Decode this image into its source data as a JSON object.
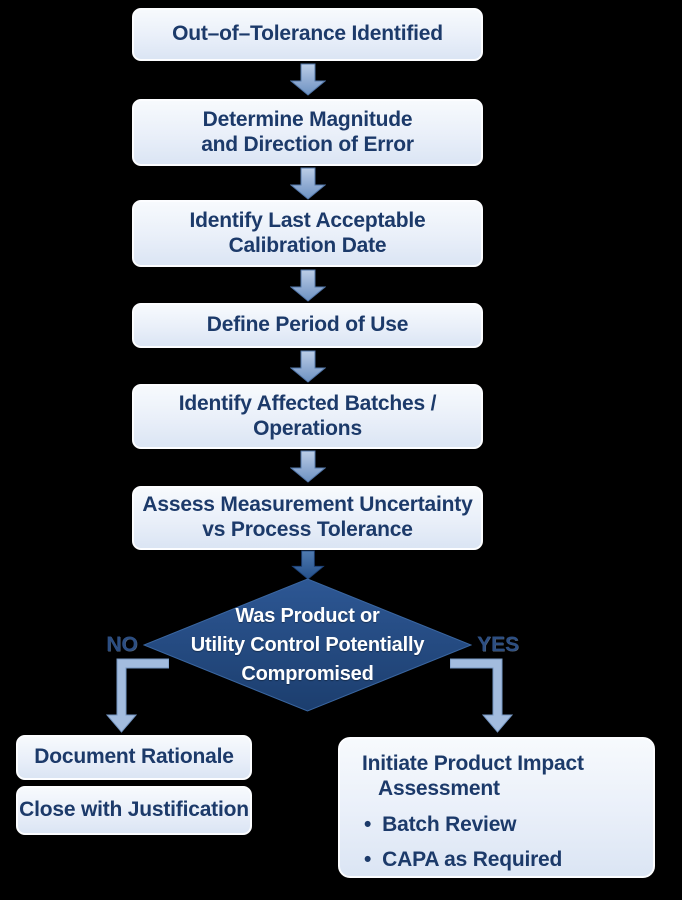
{
  "colors": {
    "background": "#000000",
    "box_border": "#fcfdff",
    "box_fill_top": "#f7fafd",
    "box_fill_bottom": "#dbe5f4",
    "box_text": "#1c3a6a",
    "diamond_fill_top": "#2d5794",
    "diamond_fill_bottom": "#1c3e6e",
    "diamond_text": "#ffffff",
    "arrow_light": "#8fabd2",
    "arrow_dark": "#2f5b96",
    "connector_fill": "#a3bcde",
    "connector_stroke": "#7596c2",
    "label_text": "#2c4e82"
  },
  "flowchart": {
    "steps": [
      {
        "label": "Out–of–Tolerance Identified"
      },
      {
        "label": "Determine Magnitude\nand Direction of Error"
      },
      {
        "label": "Identify Last Acceptable\nCalibration Date"
      },
      {
        "label": "Define Period of Use"
      },
      {
        "label": "Identify Affected Batches /\nOperations"
      },
      {
        "label": "Assess Measurement Uncertainty\nvs Process Tolerance"
      }
    ],
    "decision": {
      "label": "Was Product or\nUtility Control Potentially\nCompromised",
      "no_label": "NO",
      "yes_label": "YES"
    },
    "outcome_no": {
      "box1": "Document Rationale",
      "box2": "Close with Justification"
    },
    "outcome_yes": {
      "title_line1": "Initiate Product Impact",
      "title_line2": "Assessment",
      "bullets": [
        {
          "text": "Batch Review"
        },
        {
          "text": "CAPA as Required"
        }
      ]
    }
  }
}
